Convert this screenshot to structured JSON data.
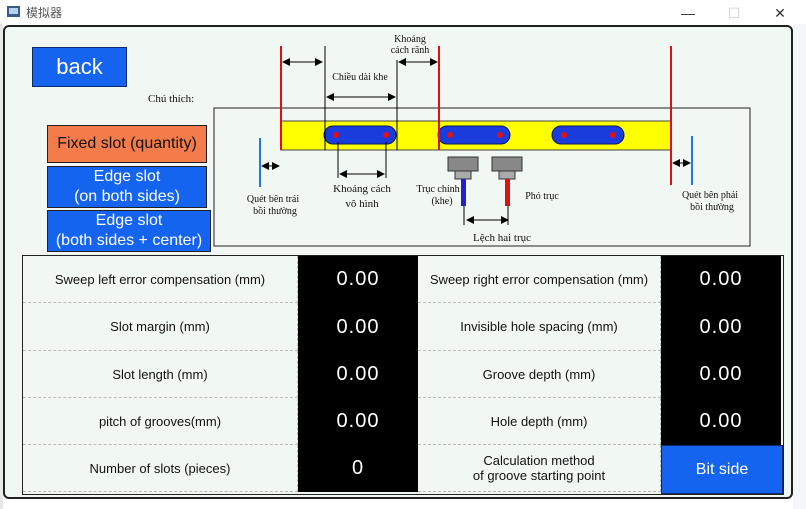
{
  "window": {
    "title": "模拟器",
    "minimize_icon": "minimize-icon",
    "maximize_icon": "maximize-icon",
    "close_icon": "close-icon"
  },
  "buttons": {
    "back": "back",
    "fixed_slot": "Fixed slot (quantity)",
    "edge_slot_both_sides": [
      "Edge slot",
      "(on both sides)"
    ],
    "edge_slot_center": [
      "Edge slot",
      "(both sides + center)"
    ]
  },
  "diagram": {
    "legend_label": "Chú thích:",
    "groove_spacing": [
      "Khoảng",
      "cách rãnh"
    ],
    "slot_length": "Chiều dài khe",
    "invisible_spacing": [
      "Khoảng cách",
      "vô hình"
    ],
    "main_spindle": [
      "Trục chính",
      "(khe)"
    ],
    "sub_spindle": "Phó trục",
    "axis_offset": "Lệch hai trục",
    "sweep_left": [
      "Quét bên trái",
      "bồi thường"
    ],
    "sweep_right": [
      "Quét bên phải",
      "bồi thường"
    ]
  },
  "params": {
    "rows": [
      {
        "left_label": "Sweep left error compensation (mm)",
        "left_value": "0.00",
        "right_label": "Sweep right error compensation (mm)",
        "right_value": "0.00"
      },
      {
        "left_label": "Slot margin (mm)",
        "left_value": "0.00",
        "right_label": "Invisible hole spacing (mm)",
        "right_value": "0.00"
      },
      {
        "left_label": "Slot length (mm)",
        "left_value": "0.00",
        "right_label": "Groove depth (mm)",
        "right_value": "0.00"
      },
      {
        "left_label": "pitch of grooves(mm)",
        "left_value": "0.00",
        "right_label": "Hole depth (mm)",
        "right_value": "0.00"
      },
      {
        "left_label": "Number of slots (pieces)",
        "left_value": "0",
        "right_label": [
          "Calculation method",
          "of groove starting point"
        ],
        "right_value": "Bit side"
      }
    ]
  },
  "colors": {
    "accent_blue": "#1464f0",
    "orange": "#f47c4a",
    "slot_yellow": "#ffff00",
    "marker_red": "#e01010",
    "value_bg": "#000000",
    "panel_bg": "#f1f7f3"
  }
}
